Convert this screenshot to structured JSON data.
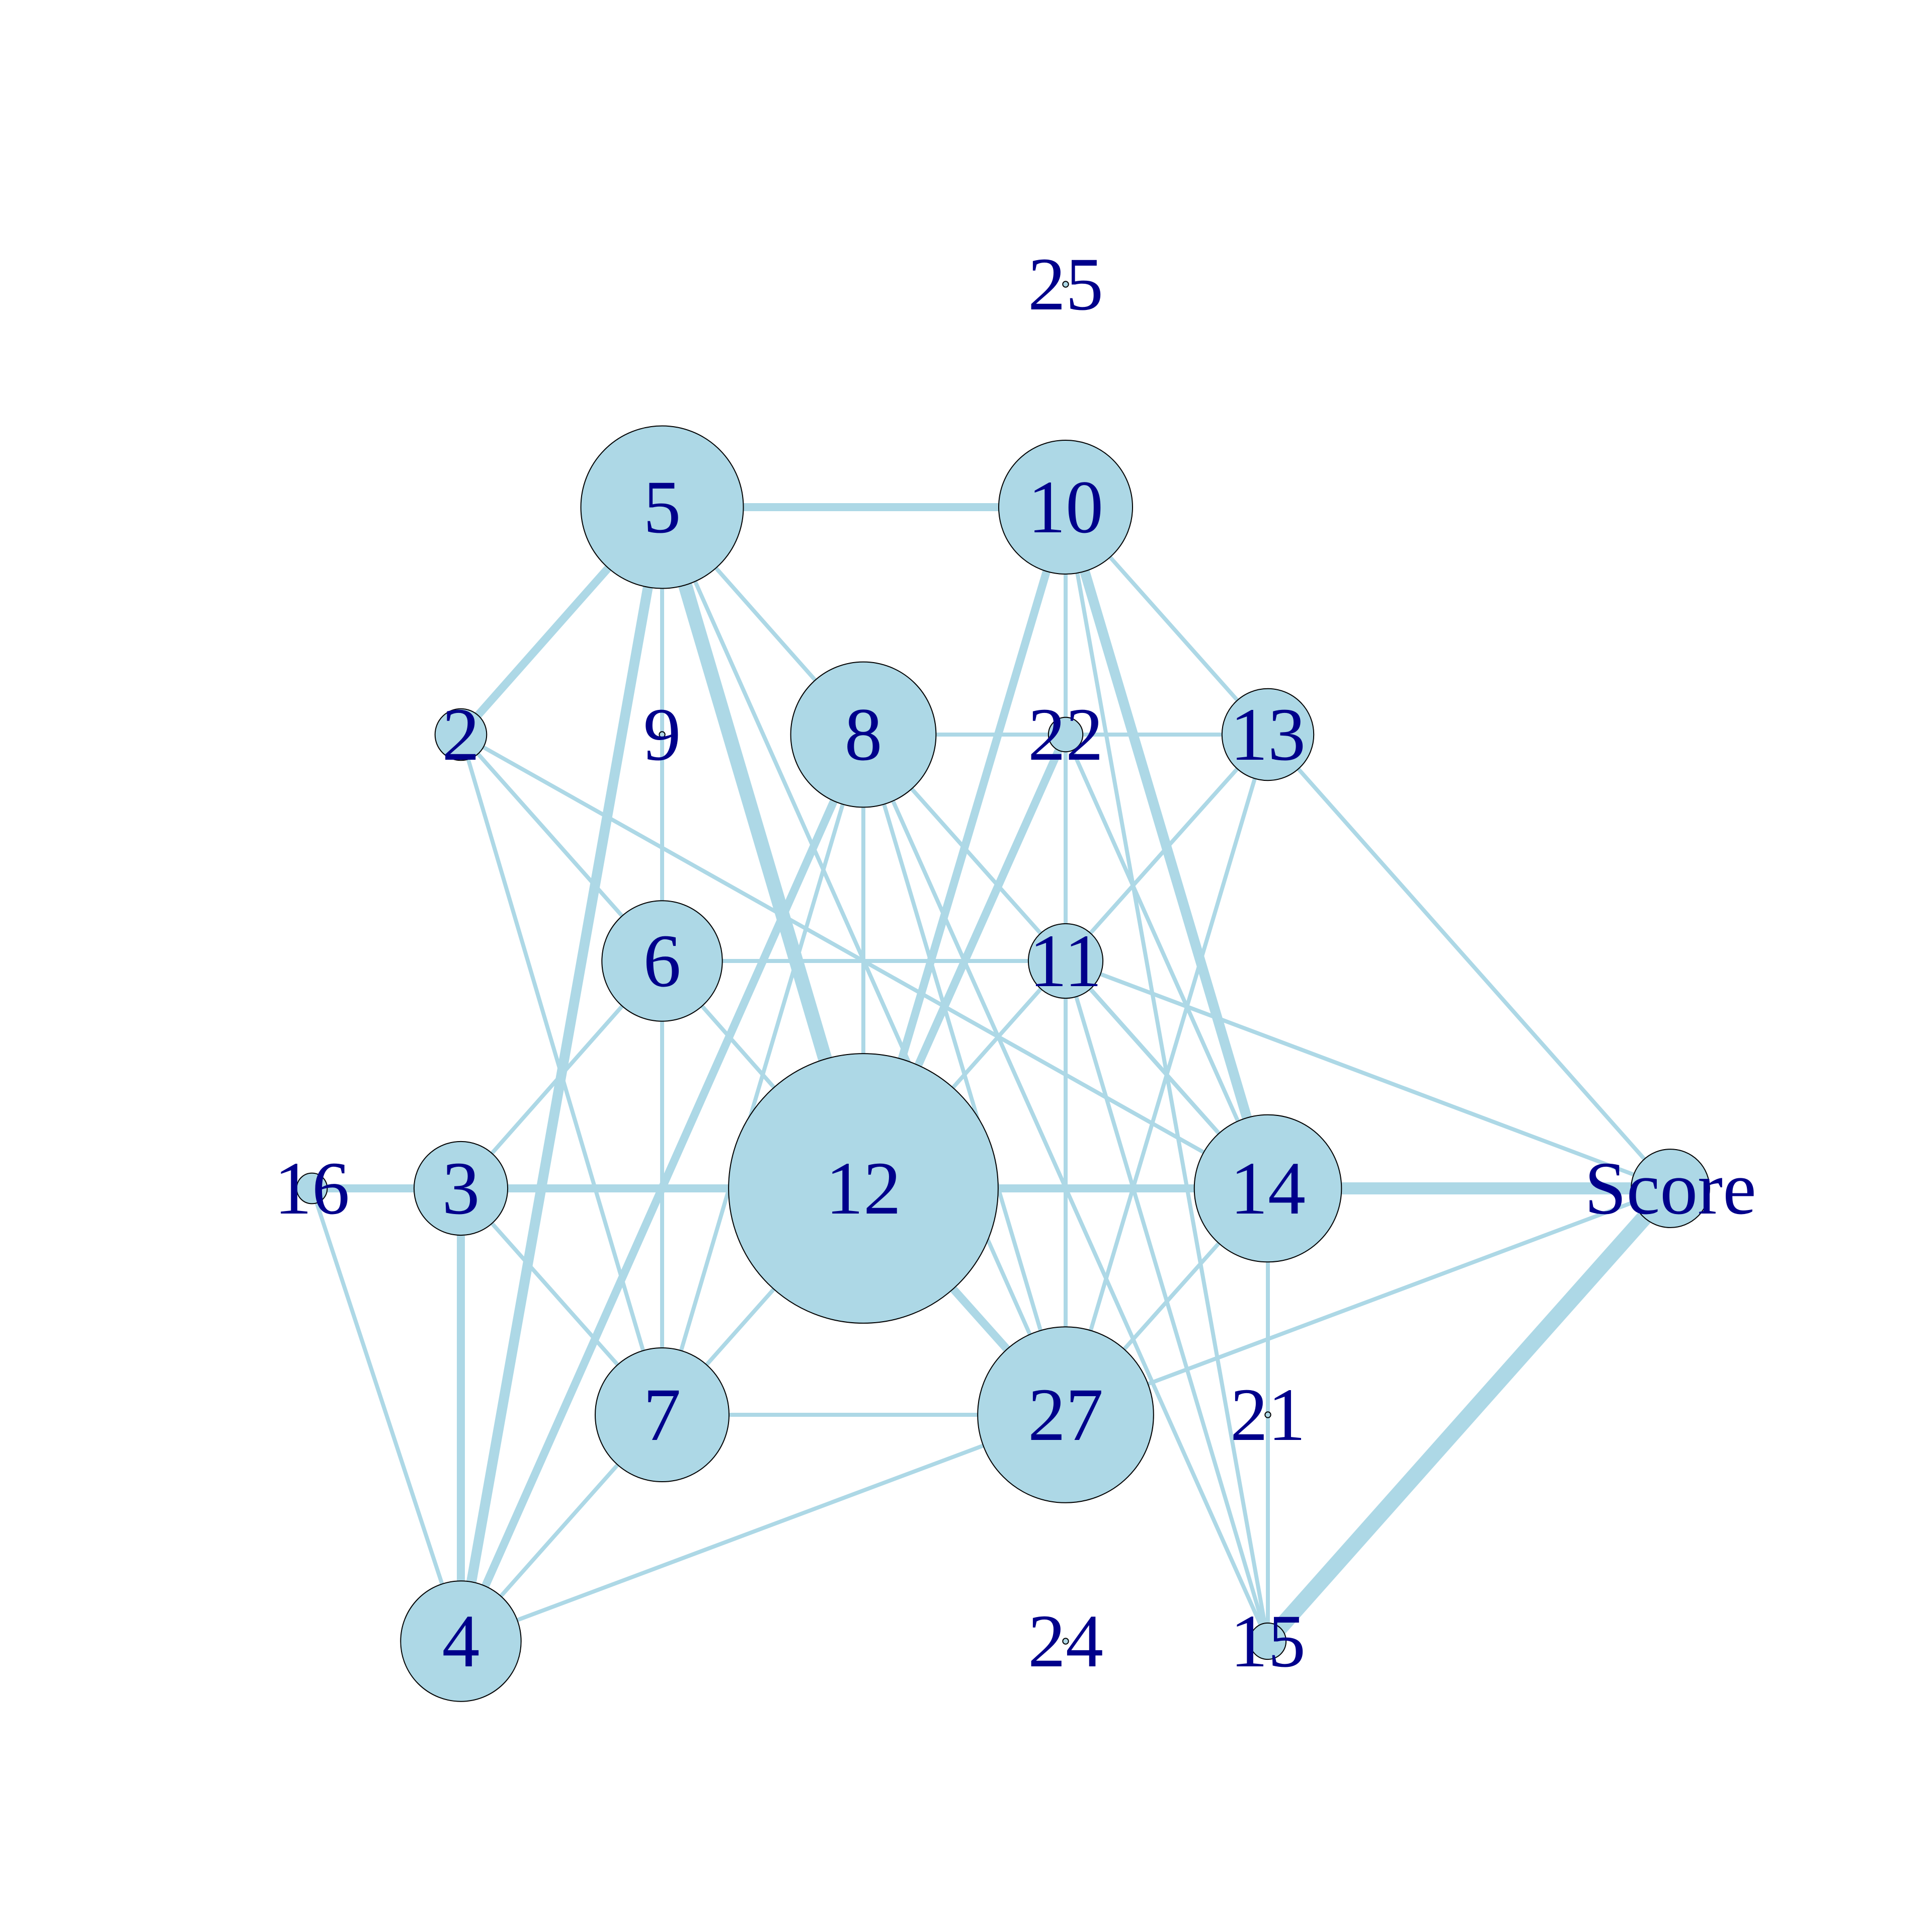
{
  "graph": {
    "colors": {
      "node_fill": "#add8e6",
      "node_stroke": "#000000",
      "edge": "#add8e6",
      "label": "#00008b"
    },
    "nodes": [
      {
        "id": "25",
        "label": "25",
        "size": 0.3
      },
      {
        "id": "5",
        "label": "5",
        "size": 8.5
      },
      {
        "id": "10",
        "label": "10",
        "size": 7
      },
      {
        "id": "2",
        "label": "2",
        "size": 2.7
      },
      {
        "id": "9",
        "label": "9",
        "size": 0.3
      },
      {
        "id": "8",
        "label": "8",
        "size": 7.6
      },
      {
        "id": "22",
        "label": "22",
        "size": 1.8
      },
      {
        "id": "13",
        "label": "13",
        "size": 4.8
      },
      {
        "id": "6",
        "label": "6",
        "size": 6.3
      },
      {
        "id": "11",
        "label": "11",
        "size": 3.9
      },
      {
        "id": "16",
        "label": "16",
        "size": 1.6
      },
      {
        "id": "3",
        "label": "3",
        "size": 4.9
      },
      {
        "id": "12",
        "label": "12",
        "size": 14.1
      },
      {
        "id": "14",
        "label": "14",
        "size": 7.7
      },
      {
        "id": "Score",
        "label": "Score",
        "size": 4.1
      },
      {
        "id": "7",
        "label": "7",
        "size": 7
      },
      {
        "id": "27",
        "label": "27",
        "size": 9.2
      },
      {
        "id": "21",
        "label": "21",
        "size": 0.3
      },
      {
        "id": "4",
        "label": "4",
        "size": 6.3
      },
      {
        "id": "24",
        "label": "24",
        "size": 0.3
      },
      {
        "id": "15",
        "label": "15",
        "size": 1.9
      }
    ],
    "edges": [
      {
        "from": "5",
        "to": "10",
        "weight": 2.0
      },
      {
        "from": "5",
        "to": "2",
        "weight": 2.0
      },
      {
        "from": "5",
        "to": "6",
        "weight": 1
      },
      {
        "from": "5",
        "to": "8",
        "weight": 1
      },
      {
        "from": "5",
        "to": "12",
        "weight": 3.5
      },
      {
        "from": "5",
        "to": "4",
        "weight": 2.5
      },
      {
        "from": "5",
        "to": "27",
        "weight": 1
      },
      {
        "from": "10",
        "to": "12",
        "weight": 2.0
      },
      {
        "from": "10",
        "to": "14",
        "weight": 2.5
      },
      {
        "from": "10",
        "to": "13",
        "weight": 1
      },
      {
        "from": "10",
        "to": "27",
        "weight": 1
      },
      {
        "from": "10",
        "to": "15",
        "weight": 1
      },
      {
        "from": "10",
        "to": "11",
        "weight": 1
      },
      {
        "from": "2",
        "to": "6",
        "weight": 1
      },
      {
        "from": "2",
        "to": "7",
        "weight": 1
      },
      {
        "from": "2",
        "to": "14",
        "weight": 1
      },
      {
        "from": "9",
        "to": "6",
        "weight": 1
      },
      {
        "from": "8",
        "to": "13",
        "weight": 1
      },
      {
        "from": "8",
        "to": "4",
        "weight": 2.0
      },
      {
        "from": "8",
        "to": "12",
        "weight": 1
      },
      {
        "from": "8",
        "to": "7",
        "weight": 1
      },
      {
        "from": "8",
        "to": "14",
        "weight": 1
      },
      {
        "from": "8",
        "to": "27",
        "weight": 1
      },
      {
        "from": "8",
        "to": "15",
        "weight": 1
      },
      {
        "from": "22",
        "to": "12",
        "weight": 2.0
      },
      {
        "from": "22",
        "to": "14",
        "weight": 1
      },
      {
        "from": "22",
        "to": "27",
        "weight": 1
      },
      {
        "from": "13",
        "to": "11",
        "weight": 1
      },
      {
        "from": "13",
        "to": "Score",
        "weight": 1
      },
      {
        "from": "13",
        "to": "27",
        "weight": 1
      },
      {
        "from": "6",
        "to": "11",
        "weight": 1
      },
      {
        "from": "6",
        "to": "7",
        "weight": 1
      },
      {
        "from": "6",
        "to": "12",
        "weight": 1
      },
      {
        "from": "6",
        "to": "3",
        "weight": 1
      },
      {
        "from": "11",
        "to": "Score",
        "weight": 1
      },
      {
        "from": "11",
        "to": "12",
        "weight": 1
      },
      {
        "from": "11",
        "to": "14",
        "weight": 1
      },
      {
        "from": "11",
        "to": "15",
        "weight": 1
      },
      {
        "from": "11",
        "to": "27",
        "weight": 1
      },
      {
        "from": "16",
        "to": "3",
        "weight": 2.0
      },
      {
        "from": "16",
        "to": "4",
        "weight": 1
      },
      {
        "from": "3",
        "to": "12",
        "weight": 2.0
      },
      {
        "from": "3",
        "to": "4",
        "weight": 2.0
      },
      {
        "from": "3",
        "to": "7",
        "weight": 1
      },
      {
        "from": "12",
        "to": "14",
        "weight": 2.0
      },
      {
        "from": "12",
        "to": "27",
        "weight": 2.0
      },
      {
        "from": "12",
        "to": "7",
        "weight": 1
      },
      {
        "from": "14",
        "to": "Score",
        "weight": 3.0
      },
      {
        "from": "14",
        "to": "15",
        "weight": 1
      },
      {
        "from": "14",
        "to": "27",
        "weight": 1
      },
      {
        "from": "Score",
        "to": "15",
        "weight": 4.0
      },
      {
        "from": "Score",
        "to": "27",
        "weight": 1
      },
      {
        "from": "7",
        "to": "27",
        "weight": 1
      },
      {
        "from": "7",
        "to": "4",
        "weight": 1
      },
      {
        "from": "27",
        "to": "4",
        "weight": 1
      }
    ]
  }
}
